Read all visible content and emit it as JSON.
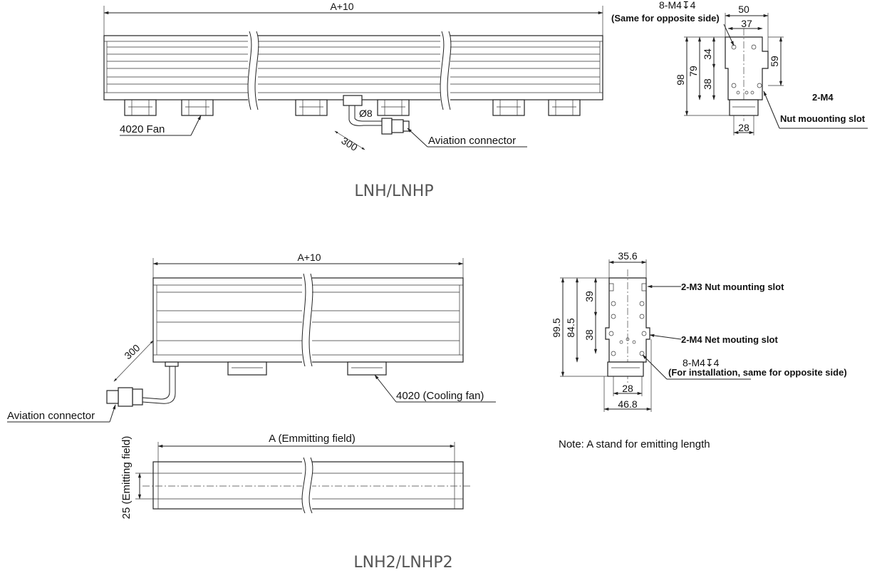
{
  "top": {
    "caption": "LNH/LNHP",
    "length_dim": "A+10",
    "fan_label": "4020 Fan",
    "diameter_label": "Ø8",
    "cable_length": "300",
    "connector_label": "Aviation connector"
  },
  "top_side": {
    "screw_label": "8-M4↧4",
    "screw_note": "(Same for opposite side)",
    "width_outer": "50",
    "width_inner": "37",
    "height_total": "98",
    "height_79": "79",
    "height_34": "34",
    "height_38": "38",
    "height_59": "59",
    "width_bottom": "28",
    "slot_label": "2-M4",
    "slot_note": "Nut mouonting slot"
  },
  "bottom": {
    "caption": "LNH2/LNHP2",
    "length_dim": "A+10",
    "cable_length": "300",
    "connector_label": "Aviation connector",
    "fan_label": "4020 (Cooling fan)",
    "emit_field_label": "A (Emmitting field)",
    "emit_width_label": "25 (Emitting field)"
  },
  "bottom_side": {
    "width_top": "35.6",
    "height_total": "99.5",
    "height_845": "84.5",
    "height_39": "39",
    "height_38": "38",
    "width_28": "28",
    "width_468": "46.8",
    "m3_label": "2-M3 Nut mounting slot",
    "m4_label": "2-M4 Net mouting slot",
    "screw_label": "8-M4↧4",
    "screw_note": "(For installation, same for opposite side)"
  },
  "note": "Note: A stand for emitting length"
}
